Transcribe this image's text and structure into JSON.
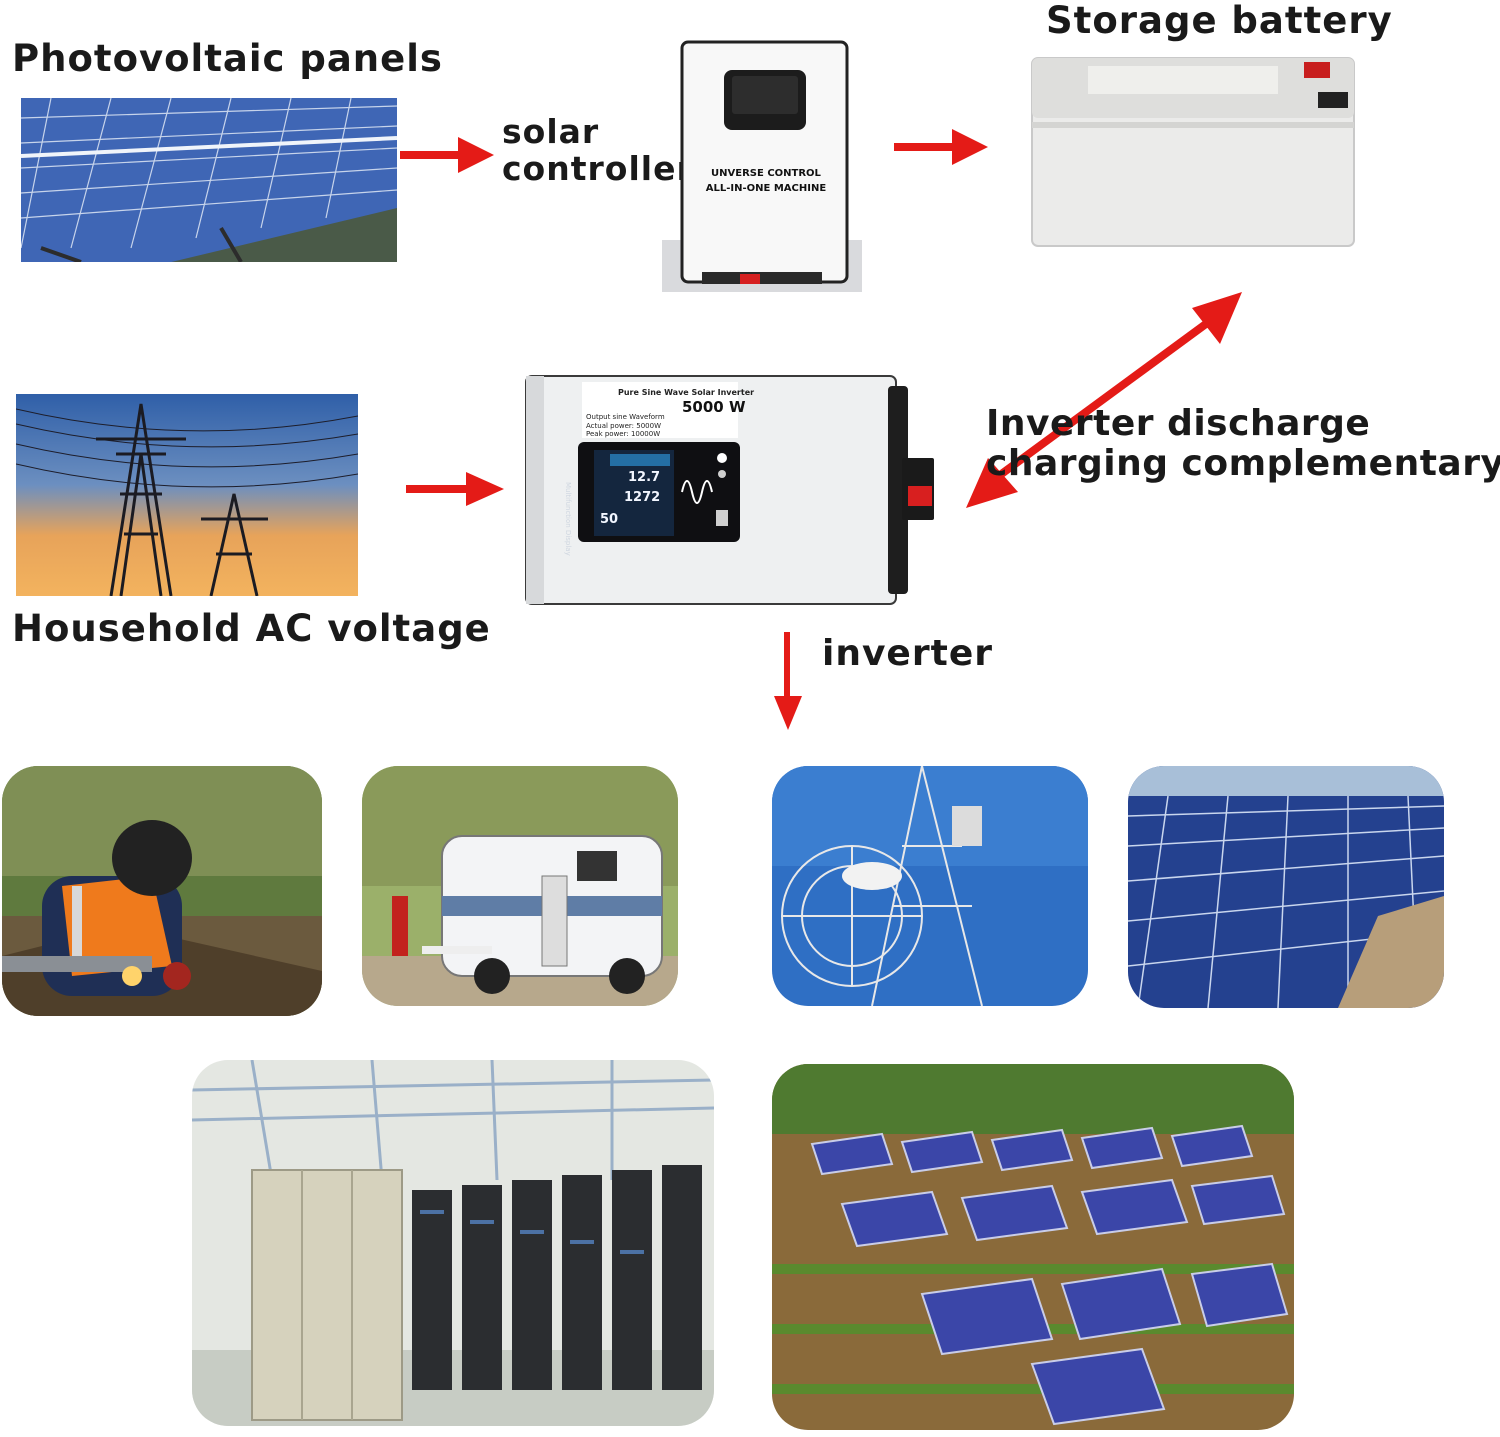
{
  "labels": {
    "photovoltaic_panels": "Photovoltaic panels",
    "solar_controller": "solar\ncontroller",
    "storage_battery": "Storage battery",
    "inverter_discharge": "Inverter discharge\ncharging complementary",
    "household_ac": "Household AC voltage",
    "inverter": "inverter"
  },
  "controller_device": {
    "line1": "UNVERSE CONTROL",
    "line2": "ALL-IN-ONE MACHINE"
  },
  "inverter_device": {
    "title": "Pure Sine Wave Solar Inverter",
    "power": "5000 W",
    "spec1": "Output sine Waveform",
    "spec2": "Actual power: 5000W",
    "spec3": "Peak power: 10000W",
    "screen_side": "Multifunction Display",
    "screen_values": [
      "12.7",
      "1272",
      "50"
    ]
  },
  "colors": {
    "arrow": "#e41b17",
    "sky": "#3d6fb8",
    "panel": "#24418f"
  }
}
